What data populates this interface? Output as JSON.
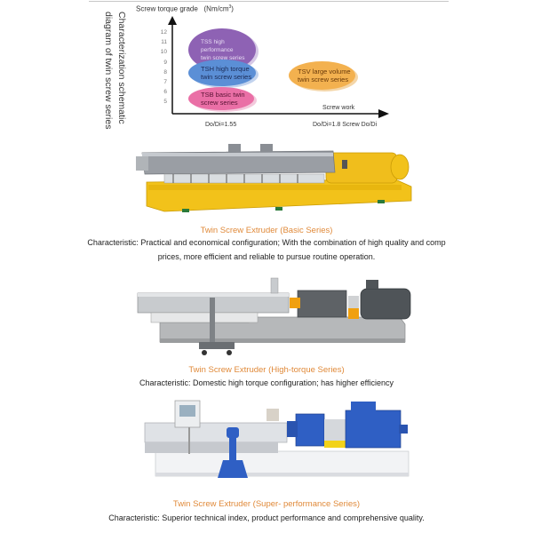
{
  "diagram": {
    "top_rule": true,
    "y_axis_title": "Screw torque grade",
    "y_axis_unit": "(Nm/cm",
    "y_axis_unit_sup": "3",
    "y_axis_unit_close": ")",
    "side_title_line1": "Characterization schematic",
    "side_title_line2": "diagram of twin screw series",
    "y_ticks": [
      "12",
      "11",
      "10",
      "9",
      "8",
      "7",
      "6",
      "5"
    ],
    "x_axis_title": "Screw work",
    "x_marker_left": "Do/Di=1.55",
    "x_marker_right": "Do/Di=1.8 Screw Do/Di",
    "series": [
      {
        "id": "tss",
        "line1": "TSS high performance",
        "line2": "twin screw series",
        "color": "#8e62b4"
      },
      {
        "id": "tsh",
        "line1": "TSH high torque",
        "line2": "twin screw series",
        "color": "#5b8fd6"
      },
      {
        "id": "tsb",
        "line1": "TSB basic twin",
        "line2": "screw series",
        "color": "#ea6fa6"
      },
      {
        "id": "tsv",
        "line1": "TSV large volume",
        "line2": "twin screw series",
        "color": "#f3b14f"
      }
    ]
  },
  "products": [
    {
      "title": "Twin Screw Extruder (Basic Series)",
      "desc_line1": "Characteristic: Practical and economical configuration; With the combination of high quality and comp",
      "desc_line2": "prices, more efficient and reliable to pursue routine operation.",
      "machine_color": "#f2c21a"
    },
    {
      "title": "Twin Screw Extruder (High-torque Series)",
      "desc_line1": "Characteristic: Domestic high torque configuration; has higher efficiency",
      "machine_color": "#8a8a8a"
    },
    {
      "title": "Twin Screw Extruder (Super- performance Series)",
      "desc_line1": "Characteristic: Superior technical index, product performance and comprehensive quality.",
      "machine_color": "#2f5fc4"
    }
  ],
  "colors": {
    "caption_title": "#e08a3a",
    "axis": "#111111"
  }
}
